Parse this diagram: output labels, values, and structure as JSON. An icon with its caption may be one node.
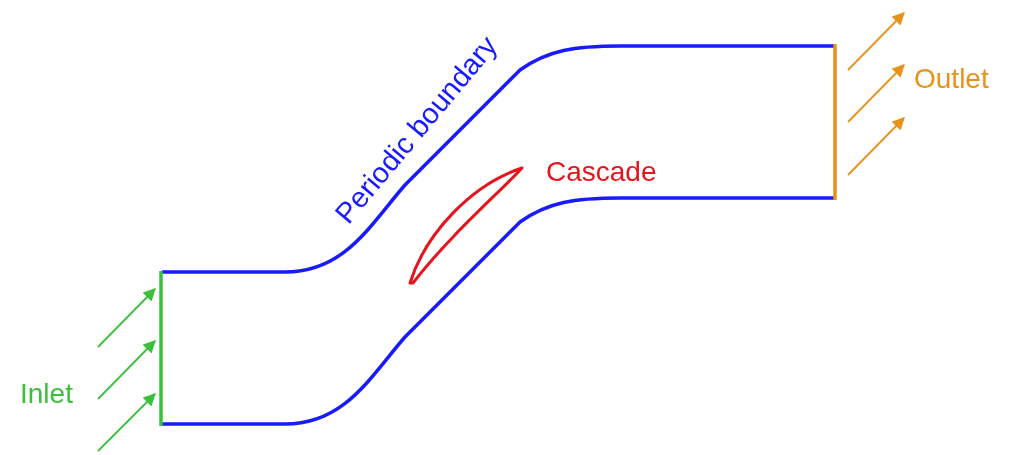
{
  "diagram": {
    "labels": [
      "Periodic boundary",
      "Cascade",
      "Inlet",
      "Outlet"
    ]
  }
}
